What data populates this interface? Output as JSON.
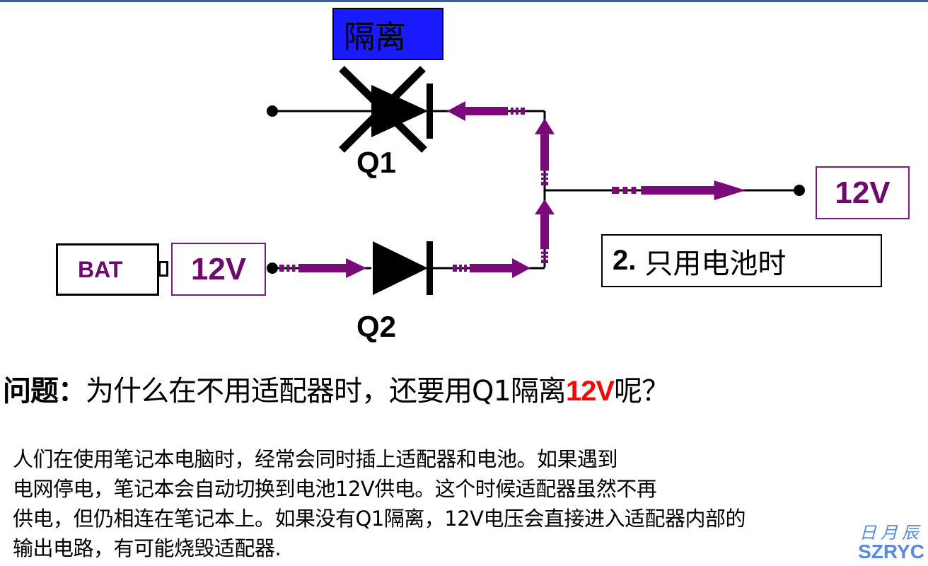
{
  "diagram": {
    "isolation_label": "隔离",
    "q1_label": "Q1",
    "q2_label": "Q2",
    "output_voltage": "12V",
    "battery_label": "BAT",
    "battery_voltage": "12V",
    "case_number": "2.",
    "case_text": "只用电池时",
    "colors": {
      "current_arrow": "#7a0a7a",
      "isolation_box": "#1a1aff",
      "voltage_text": "#6e0a6e",
      "highlight": "#ff0000"
    }
  },
  "question": {
    "prefix": "问题：",
    "text_before": "为什么在不用适配器时，还要用Q1隔离",
    "highlight": "12V",
    "text_after": "呢？"
  },
  "explanation": {
    "lines": [
      "人们在使用笔记本电脑时，经常会同时插上适配器和电池。如果遇到",
      "电网停电，笔记本会自动切换到电池12V供电。这个时候适配器虽然不再",
      "供电，但仍相连在笔记本上。如果没有Q1隔离，12V电压会直接进入适配器内部的",
      "输出电路，有可能烧毁适配器."
    ]
  },
  "watermark": {
    "chinese": "日月辰",
    "english": "SZRYC"
  }
}
